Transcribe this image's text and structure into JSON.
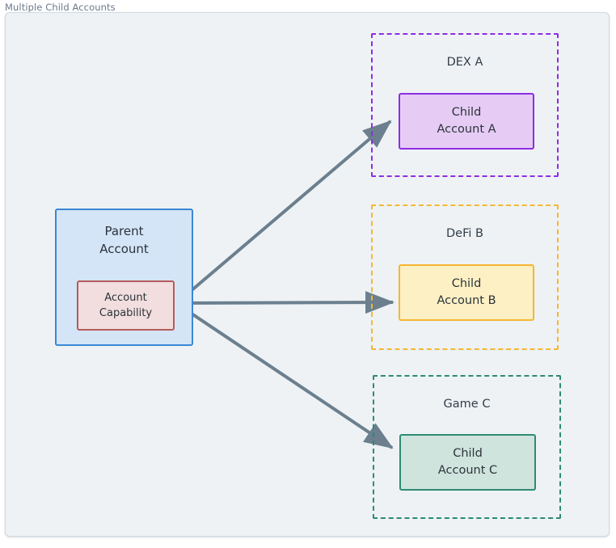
{
  "diagram": {
    "title": "Multiple Child Accounts",
    "background_color": "#eef2f5",
    "frame_border_color": "#cfd9e0",
    "edge_color": "#6b7f8e"
  },
  "parent": {
    "name_line1": "Parent",
    "name_line2": "Account",
    "fill_color": "#d4e5f7",
    "border_color": "#3a87d4",
    "capability": {
      "line1": "Account",
      "line2": "Capability",
      "fill_color": "#f2dede",
      "border_color": "#b35c5c"
    }
  },
  "groups": [
    {
      "label": "DEX A",
      "border_color": "#8e2de2",
      "node": {
        "line1": "Child",
        "line2": "Account A",
        "fill_color": "#e6ccf5",
        "border_color": "#8e2de2"
      }
    },
    {
      "label": "DeFi B",
      "border_color": "#f5b731",
      "node": {
        "line1": "Child",
        "line2": "Account B",
        "fill_color": "#fdf0c4",
        "border_color": "#f5b731"
      }
    },
    {
      "label": "Game C",
      "border_color": "#2e8b73",
      "node": {
        "line1": "Child",
        "line2": "Account C",
        "fill_color": "#cfe4dc",
        "border_color": "#2e8b73"
      }
    }
  ],
  "edges": [
    {
      "from": "account-capability",
      "to": "child-account-a"
    },
    {
      "from": "account-capability",
      "to": "child-account-b"
    },
    {
      "from": "account-capability",
      "to": "child-account-c"
    }
  ]
}
